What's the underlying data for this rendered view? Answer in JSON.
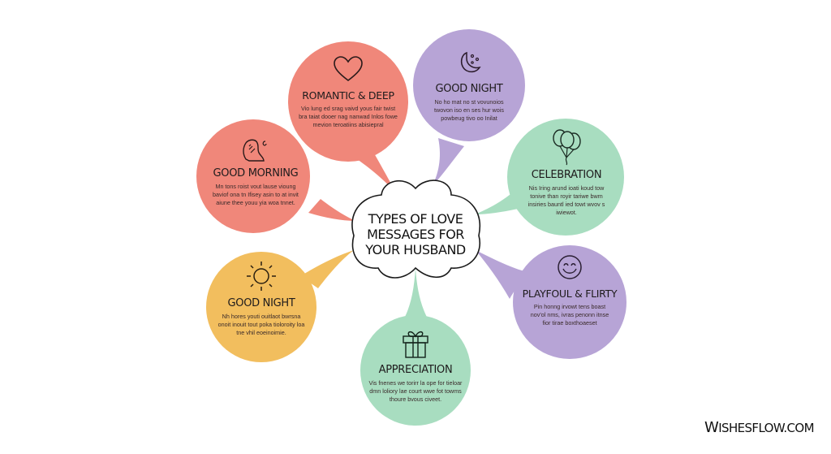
{
  "center": {
    "lines": [
      "TYPES OF LOVE",
      "MESSAGES FOR",
      "YOUR HUSBAND"
    ]
  },
  "bubbles": [
    {
      "id": "romantic",
      "title": "ROMANTIC & DEEP",
      "icon": "heart-icon",
      "color": "#F0877A",
      "body": "Vio lung ed srag vaivd yous fair twist bra taiat dooer nag nanwad Inlos fowe mevion teroatiins abisiepral"
    },
    {
      "id": "good-night-moon",
      "title": "GOOD NIGHT",
      "icon": "moon-stars-icon",
      "color": "#B7A4D6",
      "body": "No ho mat no st vovunoios twovon iso en ses hur wois powbeug tivo oo Inilat"
    },
    {
      "id": "good-morning",
      "title": "GOOD MORNING",
      "icon": "sleepy-face-icon",
      "color": "#F0877A",
      "body": "Mn tons roist vout lause vioung baviof ona tn Ifisey asin to at invit aiune thee youu yia woa tnnet."
    },
    {
      "id": "celebration",
      "title": "CELEBRATION",
      "icon": "balloons-icon",
      "color": "#A8DDC0",
      "body": "Nis Iring arund ioati koud tow tonive than royir tariwe bwm insiries bauntl ied towt wvov s iwiewot."
    },
    {
      "id": "good-night-sun",
      "title": "GOOD NIGHT",
      "icon": "sun-icon",
      "color": "#F2BE5E",
      "body": "Nh hores youti ouitlaot bwrsna onoit inouit tout poka tioloroity loa tne vhil eoeinoimie."
    },
    {
      "id": "playful",
      "title": "PLAYFOUL & FLIRTY",
      "icon": "smiley-icon",
      "color": "#B7A4D6",
      "body": "Pin honng irvowt tens boast nov'ol nms, ivras penonn itnse fior tirae boxthoaeset"
    },
    {
      "id": "appreciation",
      "title": "APPRECIATION",
      "icon": "gift-icon",
      "color": "#A8DDC0",
      "body": "Vis fnenes we torirr la ope for tieloar dmn loliory lae court wwe fot towms thoure bvous civeet."
    }
  ],
  "brand": {
    "prefix": "W",
    "rest": "ISHESFLOW.COM"
  }
}
